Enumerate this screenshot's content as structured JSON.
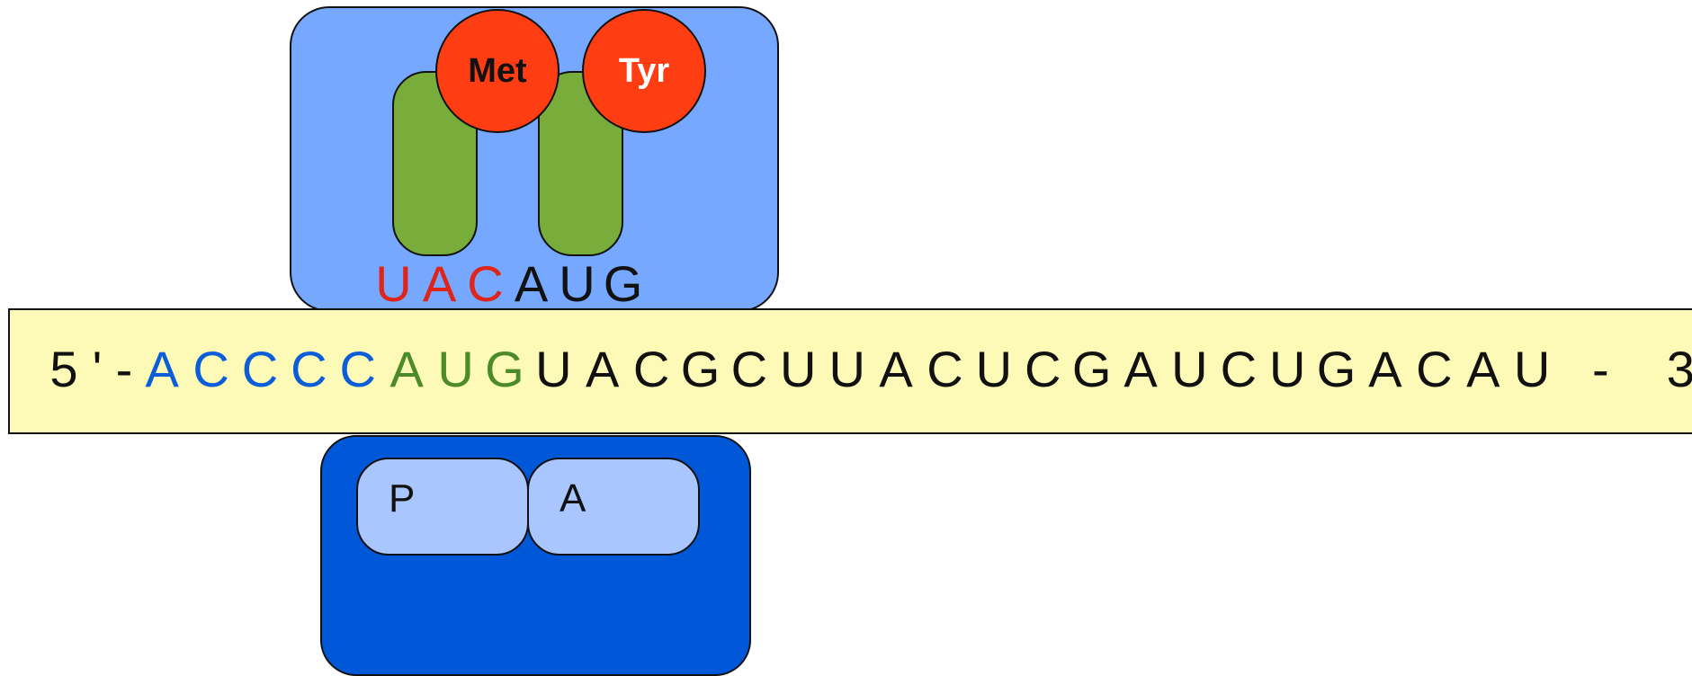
{
  "title": "",
  "ribosome": {
    "sites": {
      "p": "P",
      "a": "A"
    }
  },
  "trna": {
    "amino_acids": {
      "first": "Met",
      "second": "Tyr"
    },
    "anticodons": [
      {
        "base": "U",
        "color": "#e0241a"
      },
      {
        "base": "A",
        "color": "#e0241a"
      },
      {
        "base": "C",
        "color": "#e0241a"
      },
      {
        "base": "A",
        "color": "#111111"
      },
      {
        "base": "U",
        "color": "#111111"
      },
      {
        "base": "G",
        "color": "#111111"
      }
    ]
  },
  "mrna": {
    "five_prime": "5",
    "prime_mark_1": "'",
    "dash_1": "-",
    "bases": [
      {
        "base": "A",
        "color": "#0b5ed8"
      },
      {
        "base": "C",
        "color": "#0b5ed8"
      },
      {
        "base": "C",
        "color": "#0b5ed8"
      },
      {
        "base": "C",
        "color": "#0b5ed8"
      },
      {
        "base": "C",
        "color": "#0b5ed8"
      },
      {
        "base": "A",
        "color": "#4c8b2a"
      },
      {
        "base": "U",
        "color": "#4c8b2a"
      },
      {
        "base": "G",
        "color": "#4c8b2a"
      },
      {
        "base": "U",
        "color": "#111111"
      },
      {
        "base": "A",
        "color": "#111111"
      },
      {
        "base": "C",
        "color": "#111111"
      },
      {
        "base": "G",
        "color": "#111111"
      },
      {
        "base": "C",
        "color": "#111111"
      },
      {
        "base": "U",
        "color": "#111111"
      },
      {
        "base": "U",
        "color": "#111111"
      },
      {
        "base": "A",
        "color": "#111111"
      },
      {
        "base": "C",
        "color": "#111111"
      },
      {
        "base": "U",
        "color": "#111111"
      },
      {
        "base": "C",
        "color": "#111111"
      },
      {
        "base": "G",
        "color": "#111111"
      },
      {
        "base": "A",
        "color": "#111111"
      },
      {
        "base": "U",
        "color": "#111111"
      },
      {
        "base": "C",
        "color": "#111111"
      },
      {
        "base": "U",
        "color": "#111111"
      },
      {
        "base": "G",
        "color": "#111111"
      },
      {
        "base": "A",
        "color": "#111111"
      },
      {
        "base": "C",
        "color": "#111111"
      },
      {
        "base": "A",
        "color": "#111111"
      },
      {
        "base": "U",
        "color": "#111111"
      }
    ],
    "dash_2": "-",
    "three_prime": "3",
    "prime_mark_2": "'"
  }
}
